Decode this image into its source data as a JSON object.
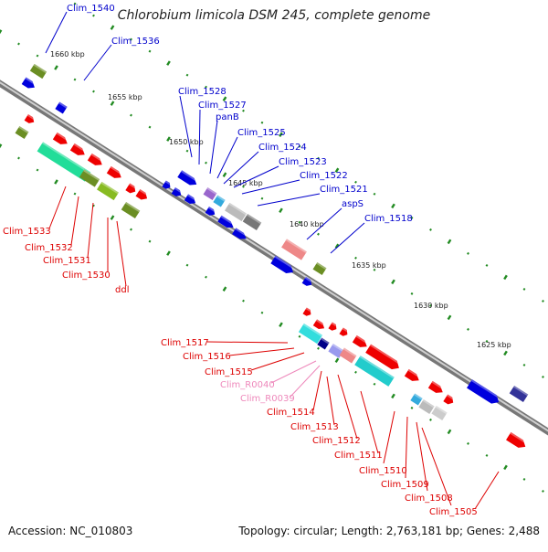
{
  "title": "Chlorobium limicola DSM 245, complete genome",
  "footer": {
    "accession": "Accession: NC_010803",
    "summary": "Topology: circular; Length: 2,763,181 bp; Genes: 2,488"
  },
  "colors": {
    "top_labels": "#0000cc",
    "bottom_labels": "#dd0000",
    "rna_labels": "#ee88bb",
    "axis": "#777777",
    "ticks": "#228b22"
  },
  "scale": {
    "unit": "kbp",
    "ticks": [
      "1660 kbp",
      "1655 kbp",
      "1650 kbp",
      "1645 kbp",
      "1640 kbp",
      "1635 kbp",
      "1630 kbp",
      "1625 kbp"
    ]
  },
  "top_genes": [
    {
      "label": "Clim_1540",
      "color": "#0000cc"
    },
    {
      "label": "Clim_1536",
      "color": "#0000cc"
    },
    {
      "label": "Clim_1528",
      "color": "#0000cc"
    },
    {
      "label": "Clim_1527",
      "color": "#0000cc"
    },
    {
      "label": "panB",
      "color": "#0000cc"
    },
    {
      "label": "Clim_1525",
      "color": "#0000cc"
    },
    {
      "label": "Clim_1524",
      "color": "#0000cc"
    },
    {
      "label": "Clim_1523",
      "color": "#0000cc"
    },
    {
      "label": "Clim_1522",
      "color": "#0000cc"
    },
    {
      "label": "Clim_1521",
      "color": "#0000cc"
    },
    {
      "label": "aspS",
      "color": "#0000cc"
    },
    {
      "label": "Clim_1518",
      "color": "#0000cc"
    }
  ],
  "bottom_genes": [
    {
      "label": "Clim_1533",
      "color": "#dd0000"
    },
    {
      "label": "Clim_1532",
      "color": "#dd0000"
    },
    {
      "label": "Clim_1531",
      "color": "#dd0000"
    },
    {
      "label": "Clim_1530",
      "color": "#dd0000"
    },
    {
      "label": "ddl",
      "color": "#dd0000"
    },
    {
      "label": "Clim_1517",
      "color": "#dd0000"
    },
    {
      "label": "Clim_1516",
      "color": "#dd0000"
    },
    {
      "label": "Clim_1515",
      "color": "#dd0000"
    },
    {
      "label": "Clim_R0040",
      "color": "#ee88bb"
    },
    {
      "label": "Clim_R0039",
      "color": "#ee88bb"
    },
    {
      "label": "Clim_1514",
      "color": "#dd0000"
    },
    {
      "label": "Clim_1513",
      "color": "#dd0000"
    },
    {
      "label": "Clim_1512",
      "color": "#dd0000"
    },
    {
      "label": "Clim_1511",
      "color": "#dd0000"
    },
    {
      "label": "Clim_1510",
      "color": "#dd0000"
    },
    {
      "label": "Clim_1509",
      "color": "#dd0000"
    },
    {
      "label": "Clim_1508",
      "color": "#dd0000"
    },
    {
      "label": "Clim_1505",
      "color": "#dd0000"
    }
  ]
}
